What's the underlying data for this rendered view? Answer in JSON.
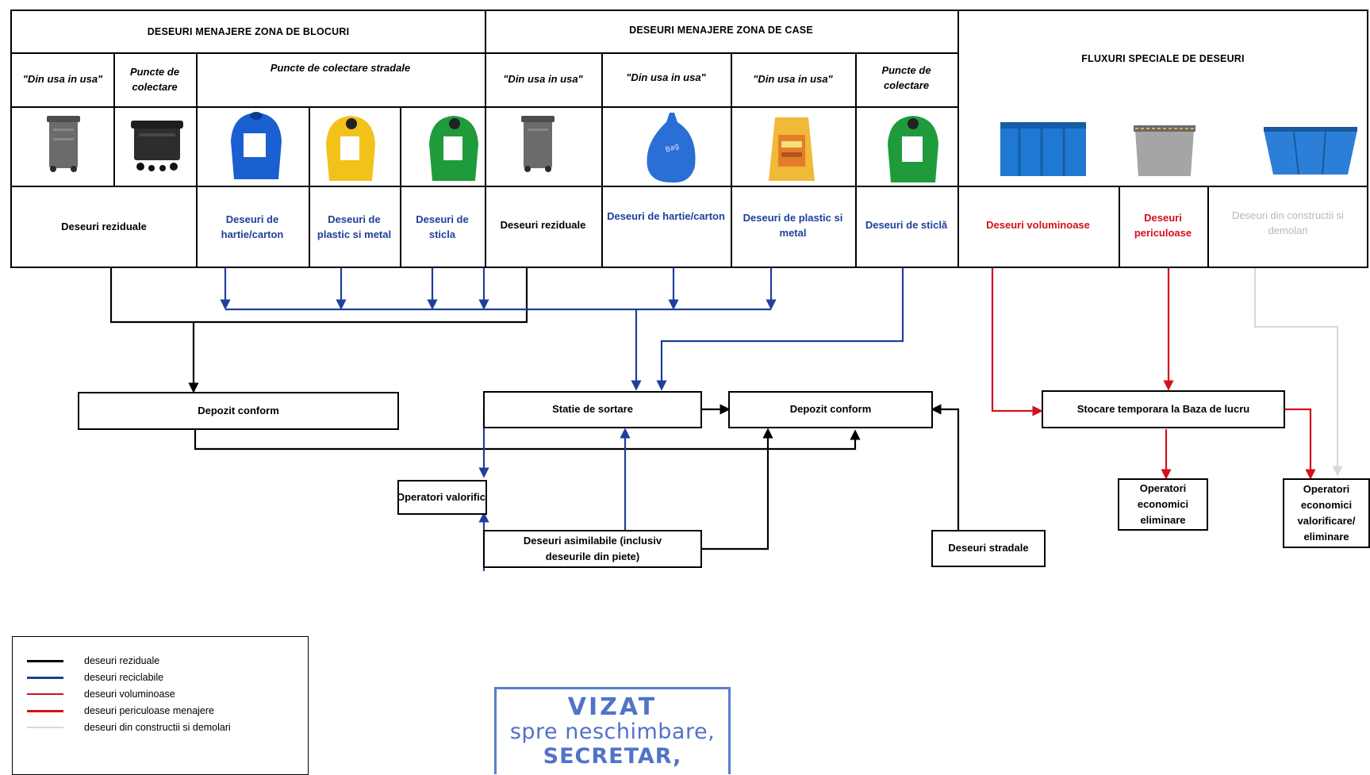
{
  "groups": {
    "blocks": "DESEURI MENAJERE ZONA DE BLOCURI",
    "houses": "DESEURI MENAJERE ZONA DE CASE",
    "special": "FLUXURI SPECIALE DE DESEURI"
  },
  "subheaders": {
    "door_blocks": "\"Din usa in usa\"",
    "points_blocks": "Puncte de colectare",
    "street_points": "Puncte de colectare stradale",
    "door_houses_1": "\"Din usa in usa\"",
    "door_houses_2": "\"Din usa in usa\"",
    "door_houses_3": "\"Din usa in usa\"",
    "points_houses": "Puncte de colectare"
  },
  "waste_types": {
    "residual_blocks": "Deseuri reziduale",
    "paper_blocks": "Deseuri de hartie/carton",
    "plastic_blocks": "Deseuri de plastic si metal",
    "glass_blocks": "Deseuri de sticla",
    "residual_houses": "Deseuri reziduale",
    "paper_houses": "Deseuri de hartie/carton",
    "plastic_houses": "Deseuri de plastic si metal",
    "glass_houses": "Deseuri de sticlă",
    "bulky": "Deseuri voluminoase",
    "hazardous": "Deseuri periculoase",
    "construction": "Deseuri din constructii si demolari"
  },
  "flow_boxes": {
    "landfill_left": "Depozit conform",
    "sorting": "Statie de sortare",
    "landfill_right": "Depozit conform",
    "storage": "Stocare temporara la Baza de lucru",
    "operators_recovery": "Operatori valorificare",
    "similar_waste": "Deseuri asimilabile (inclusiv deseurile din piete)",
    "street_waste": "Deseuri stradale",
    "op_elimination": "Operatori economici eliminare",
    "op_recovery_elimination": "Operatori economici valorificare/ eliminare"
  },
  "legend": [
    {
      "label": "deseuri reziduale",
      "color": "#000000"
    },
    {
      "label": "deseuri reciclabile",
      "color": "#1f3f9a"
    },
    {
      "label": "deseuri voluminoase",
      "color": "#d4101c"
    },
    {
      "label": "deseuri periculoase menajere",
      "color": "#d4101c"
    },
    {
      "label": "deseuri din constructii si demolari",
      "color": "#d9d9d9"
    }
  ],
  "stamp": {
    "line1": "VIZAT",
    "line2": "spre neschimbare,",
    "line3": "SECRETAR,"
  },
  "colors": {
    "residual": "#000000",
    "recyclable": "#1f3f9a",
    "bulky": "#d4101c",
    "construction": "#d9d9d9",
    "bin_blue": "#1a5fd0",
    "bin_yellow": "#f2c21a",
    "bin_green": "#1f9b3c"
  }
}
